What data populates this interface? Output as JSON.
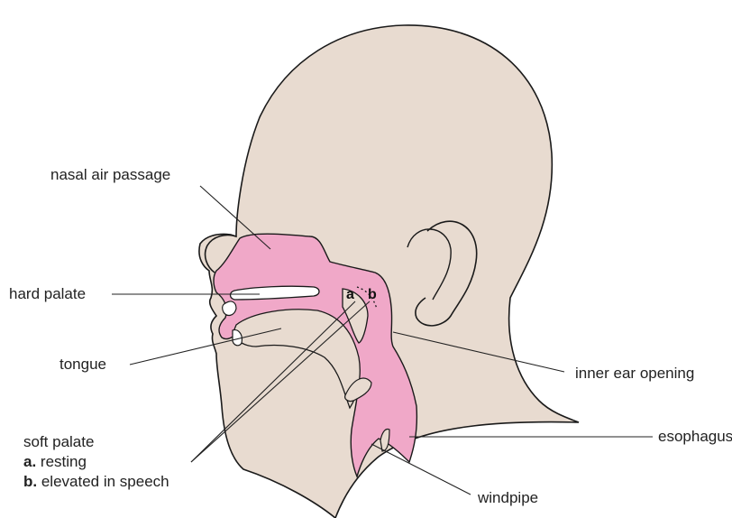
{
  "labels": {
    "nasal_air_passage": "nasal air passage",
    "hard_palate": "hard palate",
    "tongue": "tongue",
    "inner_ear_opening": "inner ear opening",
    "esophagus": "esophagus",
    "windpipe": "windpipe",
    "soft_palate": "soft palate",
    "resting_marker": "a.",
    "resting": "resting",
    "elevated_marker": "b.",
    "elevated": "elevated in speech",
    "point_a": "a",
    "point_b": "b"
  },
  "colors": {
    "skin": "#e8dbd0",
    "airway": "#f0a8c8",
    "outline": "#1a1a1a",
    "leader": "#222222"
  }
}
